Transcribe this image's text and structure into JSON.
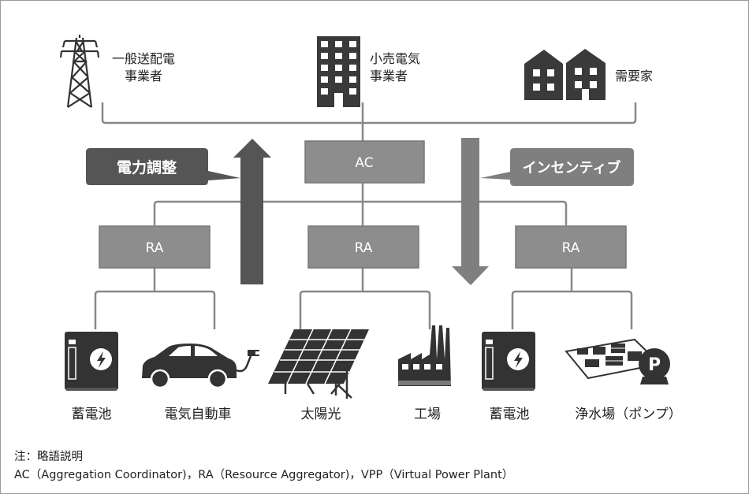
{
  "stakeholders": {
    "transmission": {
      "line1": "一般送配電",
      "line2": "事業者",
      "icon": "transmission-tower-icon"
    },
    "retail": {
      "line1": "小売電気",
      "line2": "事業者",
      "icon": "office-building-icon"
    },
    "consumer": {
      "label": "需要家",
      "icon": "houses-icon"
    }
  },
  "flows": {
    "up": {
      "label": "電力調整",
      "color": "#555555"
    },
    "down": {
      "label": "インセンティブ",
      "color": "#7f7f7f"
    }
  },
  "nodes": {
    "ac": "AC",
    "ra_left": "RA",
    "ra_center": "RA",
    "ra_right": "RA",
    "box_fill": "#8d8d8d"
  },
  "resources": [
    {
      "label": "蓄電池",
      "icon": "storage-battery-icon"
    },
    {
      "label": "電気自動車",
      "icon": "electric-car-icon"
    },
    {
      "label": "太陽光",
      "icon": "solar-panel-icon"
    },
    {
      "label": "工場",
      "icon": "factory-icon"
    },
    {
      "label": "蓄電池",
      "icon": "storage-battery-icon"
    },
    {
      "label": "浄水場（ポンプ）",
      "icon": "water-plant-pump-icon"
    }
  ],
  "notes": {
    "heading": "注：略語説明",
    "abbreviations": "AC（Aggregation Coordinator)，RA（Resource Aggregator)，VPP（Virtual Power Plant）"
  }
}
